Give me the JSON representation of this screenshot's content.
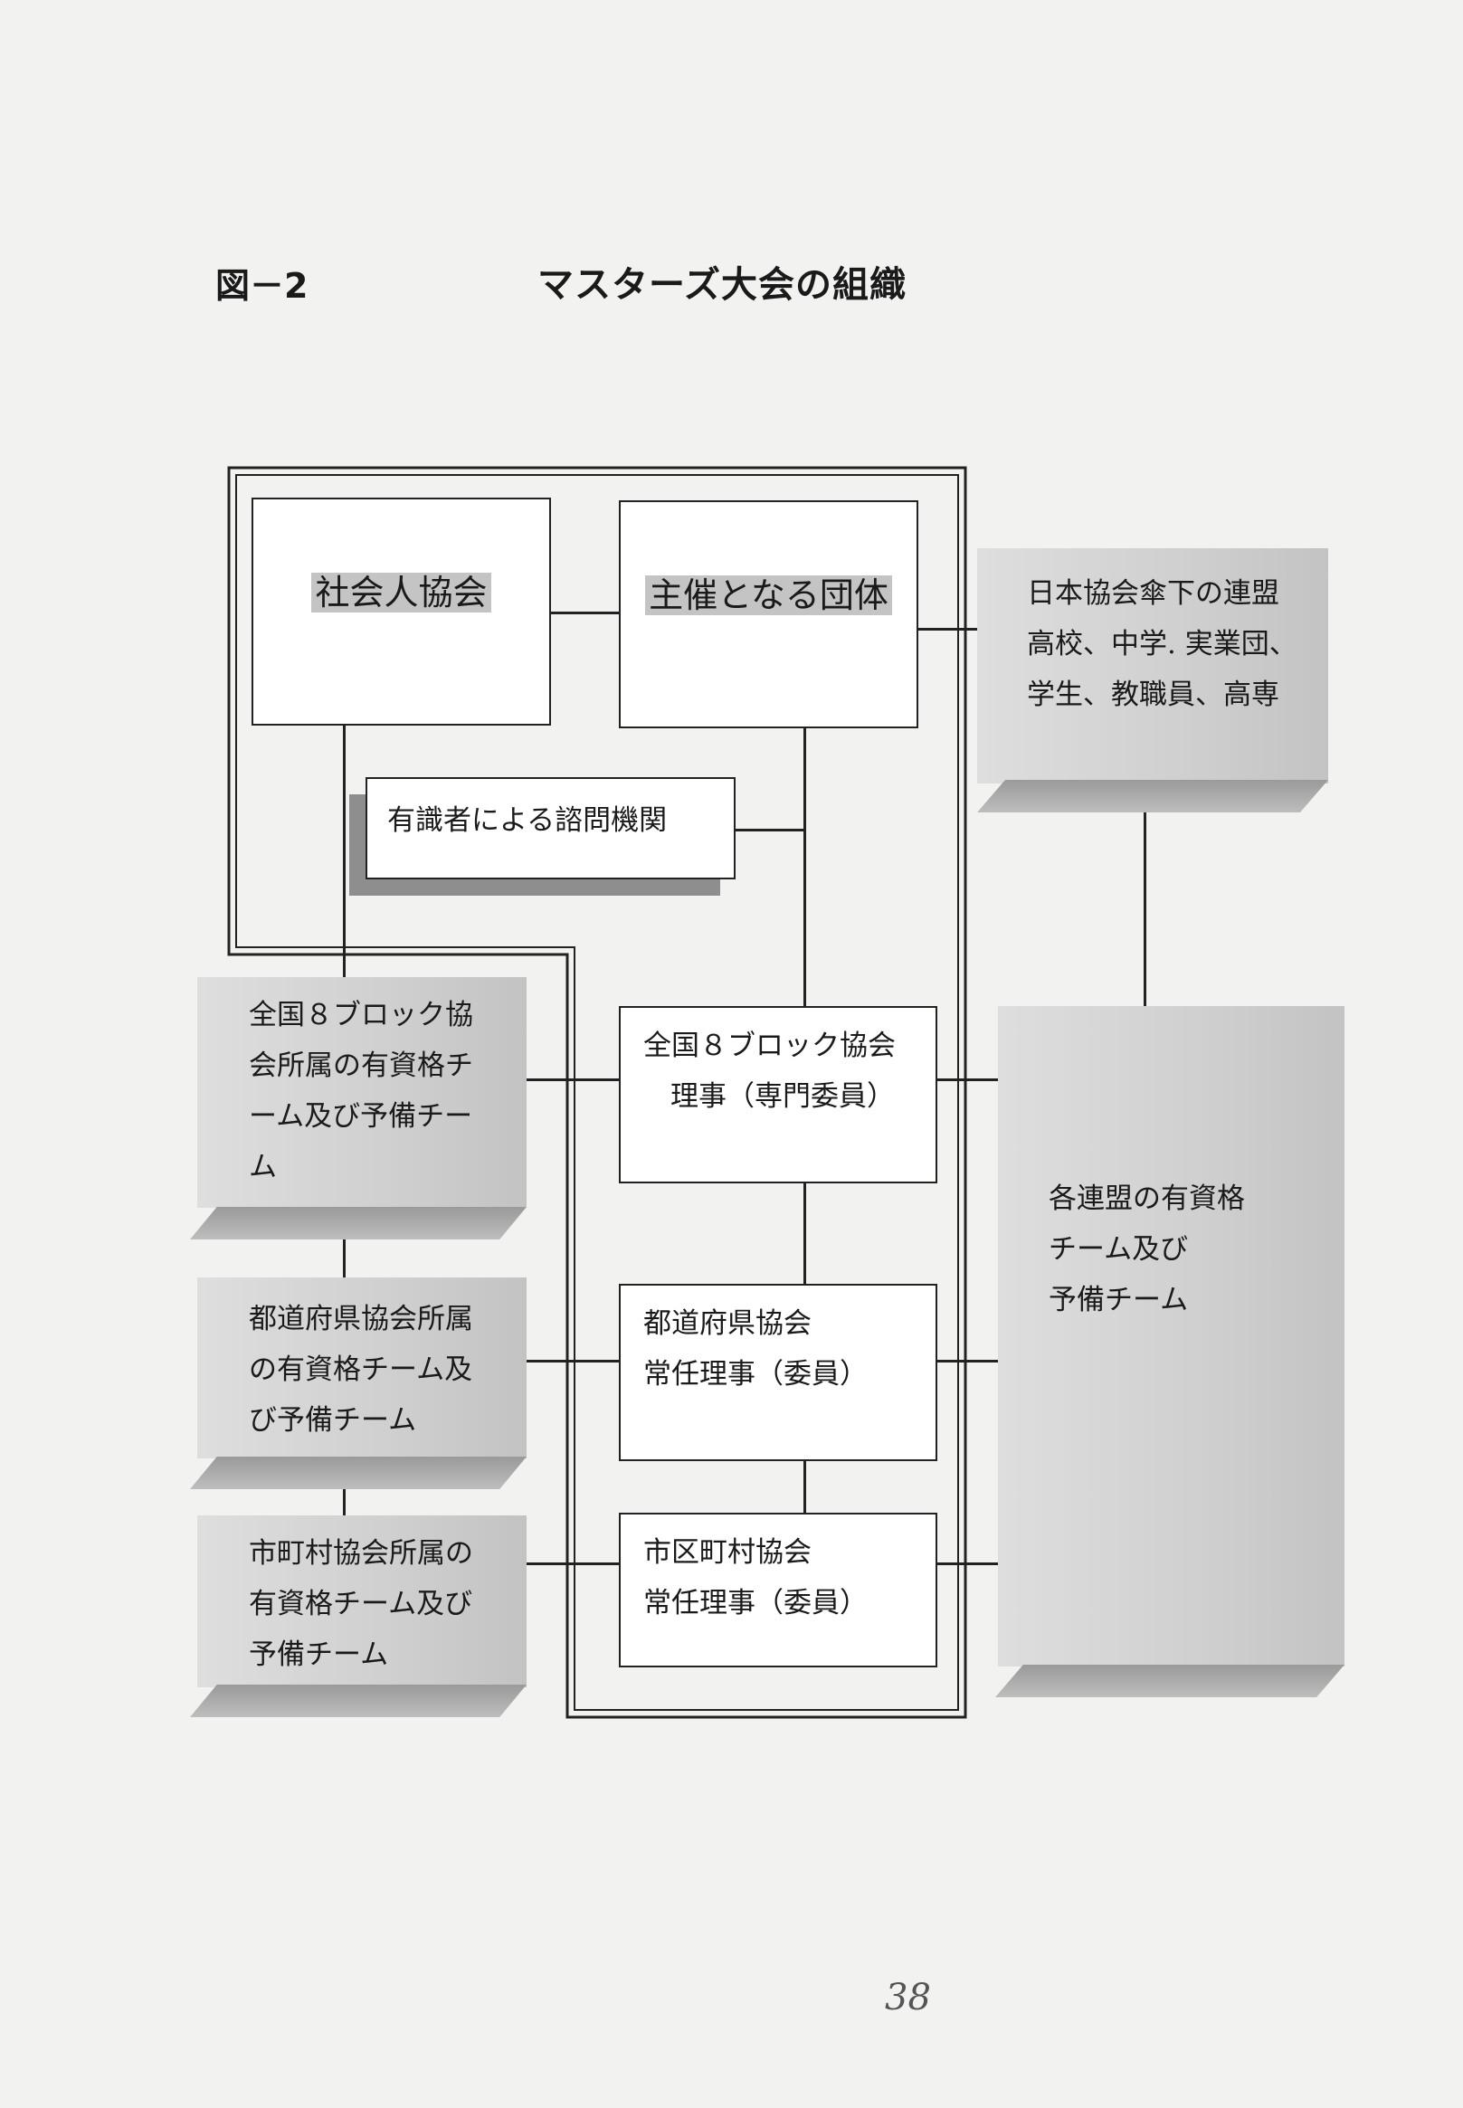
{
  "figure_label": "図－2",
  "title": "マスターズ大会の組織",
  "nodes": {
    "shakaijin": "社会人協会",
    "shusai": "主催となる団体",
    "nihon_lines": [
      "日本協会傘下の連盟",
      "高校、中学. 実業団、",
      "学生、教職員、高専"
    ],
    "advisory": "有識者による諮問機関",
    "block_teams_lines": [
      "全国８ブロック協",
      "会所属の有資格チ",
      "ーム及び予備チー",
      "ム"
    ],
    "block_board_lines": [
      "全国８ブロック協会",
      "理事（専門委員）"
    ],
    "pref_teams_lines": [
      "都道府県協会所属",
      "の有資格チーム及",
      "び予備チーム"
    ],
    "pref_board_lines": [
      "都道府県協会",
      "常任理事（委員）"
    ],
    "city_teams_lines": [
      "市町村協会所属の",
      "有資格チーム及び",
      "予備チーム"
    ],
    "city_board_lines": [
      "市区町村協会",
      "常任理事（委員）"
    ],
    "federation_teams_lines": [
      "各連盟の有資格",
      "チーム及び",
      "予備チーム"
    ]
  },
  "page_number": "38"
}
